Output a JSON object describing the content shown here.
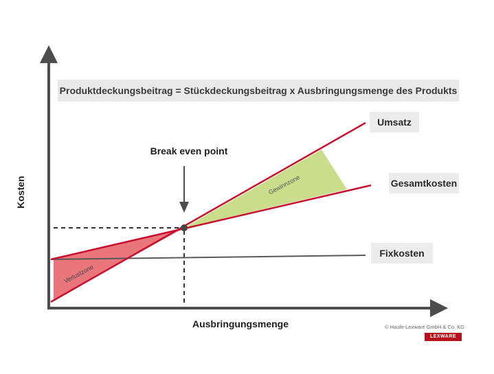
{
  "formula": "Produktdeckungsbeitrag = Stückdeckungsbeitrag x Ausbringungsmenge des Produkts",
  "labels": {
    "umsatz": "Umsatz",
    "gesamtkosten": "Gesamtkosten",
    "fixkosten": "Fixkosten",
    "break_even": "Break even point",
    "x_axis": "Ausbringungsmenge",
    "y_axis": "Kosten",
    "gewinnzone": "Gewinnzone",
    "verlustzone": "Verlustzone"
  },
  "copyright": "© Haufe-Lexware GmbH & Co. KG",
  "logo": "LEXWARE",
  "colors": {
    "axis": "#4d4d4d",
    "revenue_line": "#c8102e",
    "cost_line": "#c8102e",
    "fixed_line": "#595959",
    "profit_zone": "#c9dd8a",
    "loss_zone": "#e8767a",
    "dashed": "#333333"
  }
}
